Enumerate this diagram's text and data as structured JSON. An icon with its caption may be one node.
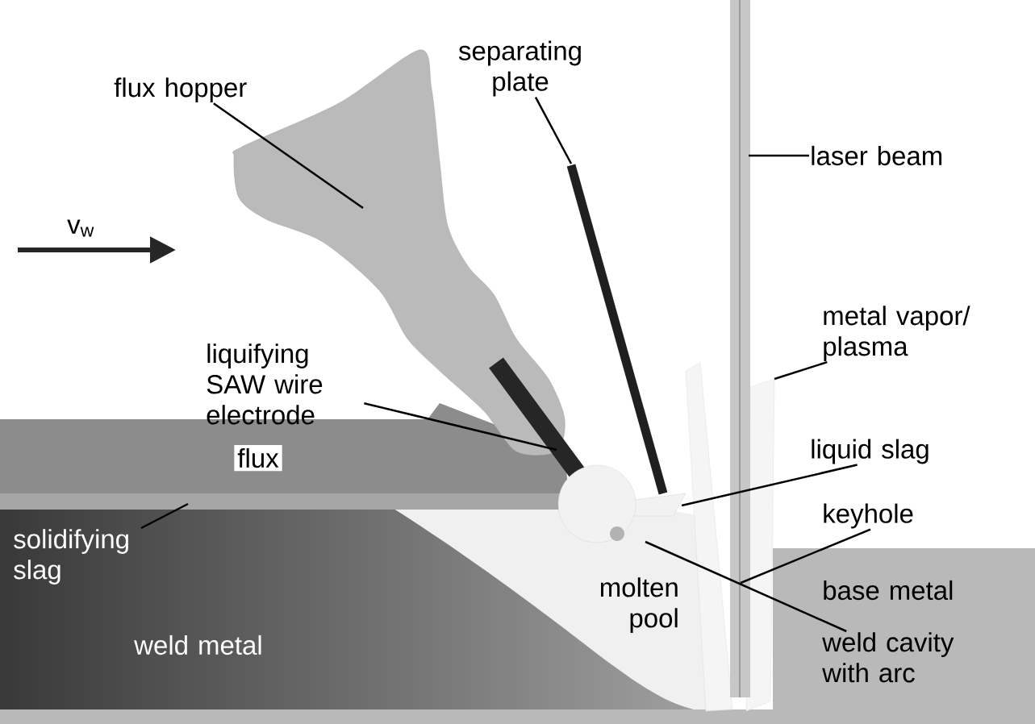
{
  "diagram": {
    "nodes": [
      {
        "text": [
          "flux hopper"
        ]
      },
      {
        "text": [
          "separating plate"
        ]
      },
      {
        "text": [
          "laser beam"
        ]
      },
      {
        "text": [
          "metal vapor/ plasma"
        ]
      },
      {
        "text": [
          "liquifying SAW wire electrode"
        ]
      },
      {
        "text": [
          "liquid slag"
        ]
      },
      {
        "text": [
          "flux"
        ]
      },
      {
        "text": [
          "keyhole"
        ]
      },
      {
        "text": [
          "solidifying slag"
        ]
      },
      {
        "text": [
          "weld cavity with arc"
        ]
      }
    ],
    "edges": [
      {
        "from": 0,
        "to": null,
        "arrow": "none"
      },
      {
        "from": 1,
        "to": null,
        "arrow": "none"
      },
      {
        "from": 2,
        "to": null,
        "arrow": "none"
      },
      {
        "from": 3,
        "to": null,
        "arrow": "none"
      },
      {
        "from": 4,
        "to": null,
        "arrow": "none"
      },
      {
        "from": 5,
        "to": null,
        "arrow": "none"
      },
      {
        "from": 7,
        "to": null,
        "arrow": "none"
      },
      {
        "from": 8,
        "to": null,
        "arrow": "none"
      },
      {
        "from": 9,
        "to": null,
        "arrow": "none"
      }
    ],
    "labels": [
      "v$_{w}$",
      "molten pool",
      "base metal",
      "weld metal"
    ]
  }
}
